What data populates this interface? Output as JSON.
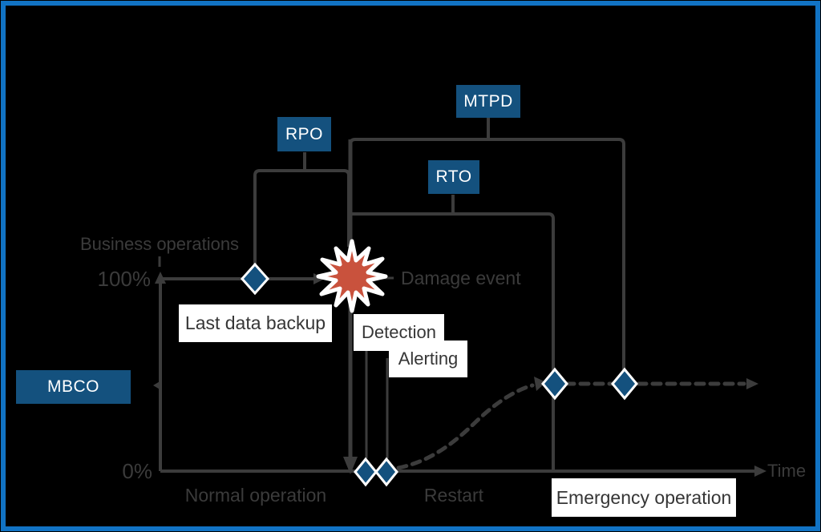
{
  "labels": {
    "mtpd": "MTPD",
    "rpo": "RPO",
    "rto": "RTO",
    "mbco": "MBCO",
    "business_operations": "Business operations",
    "pct_100": "100%",
    "pct_0": "0%",
    "last_data_backup": "Last data backup",
    "damage_event": "Damage event",
    "detection": "Detection",
    "alerting": "Alerting",
    "normal_operation": "Normal operation",
    "restart": "Restart",
    "emergency_operation": "Emergency operation",
    "time": "Time"
  },
  "colors": {
    "border_blue": "#1173c4",
    "box_blue": "#14517e",
    "box_text": "#ffffff",
    "burst_red": "#c9523d",
    "burst_edge": "#ffffff",
    "line_gray": "#3c3c3c",
    "float_text": "#3b3b3b",
    "label_bg": "#ffffff",
    "label_text": "#363636",
    "diamond_fill": "#14517e",
    "diamond_stroke": "#ffffff",
    "background": "#000000"
  }
}
